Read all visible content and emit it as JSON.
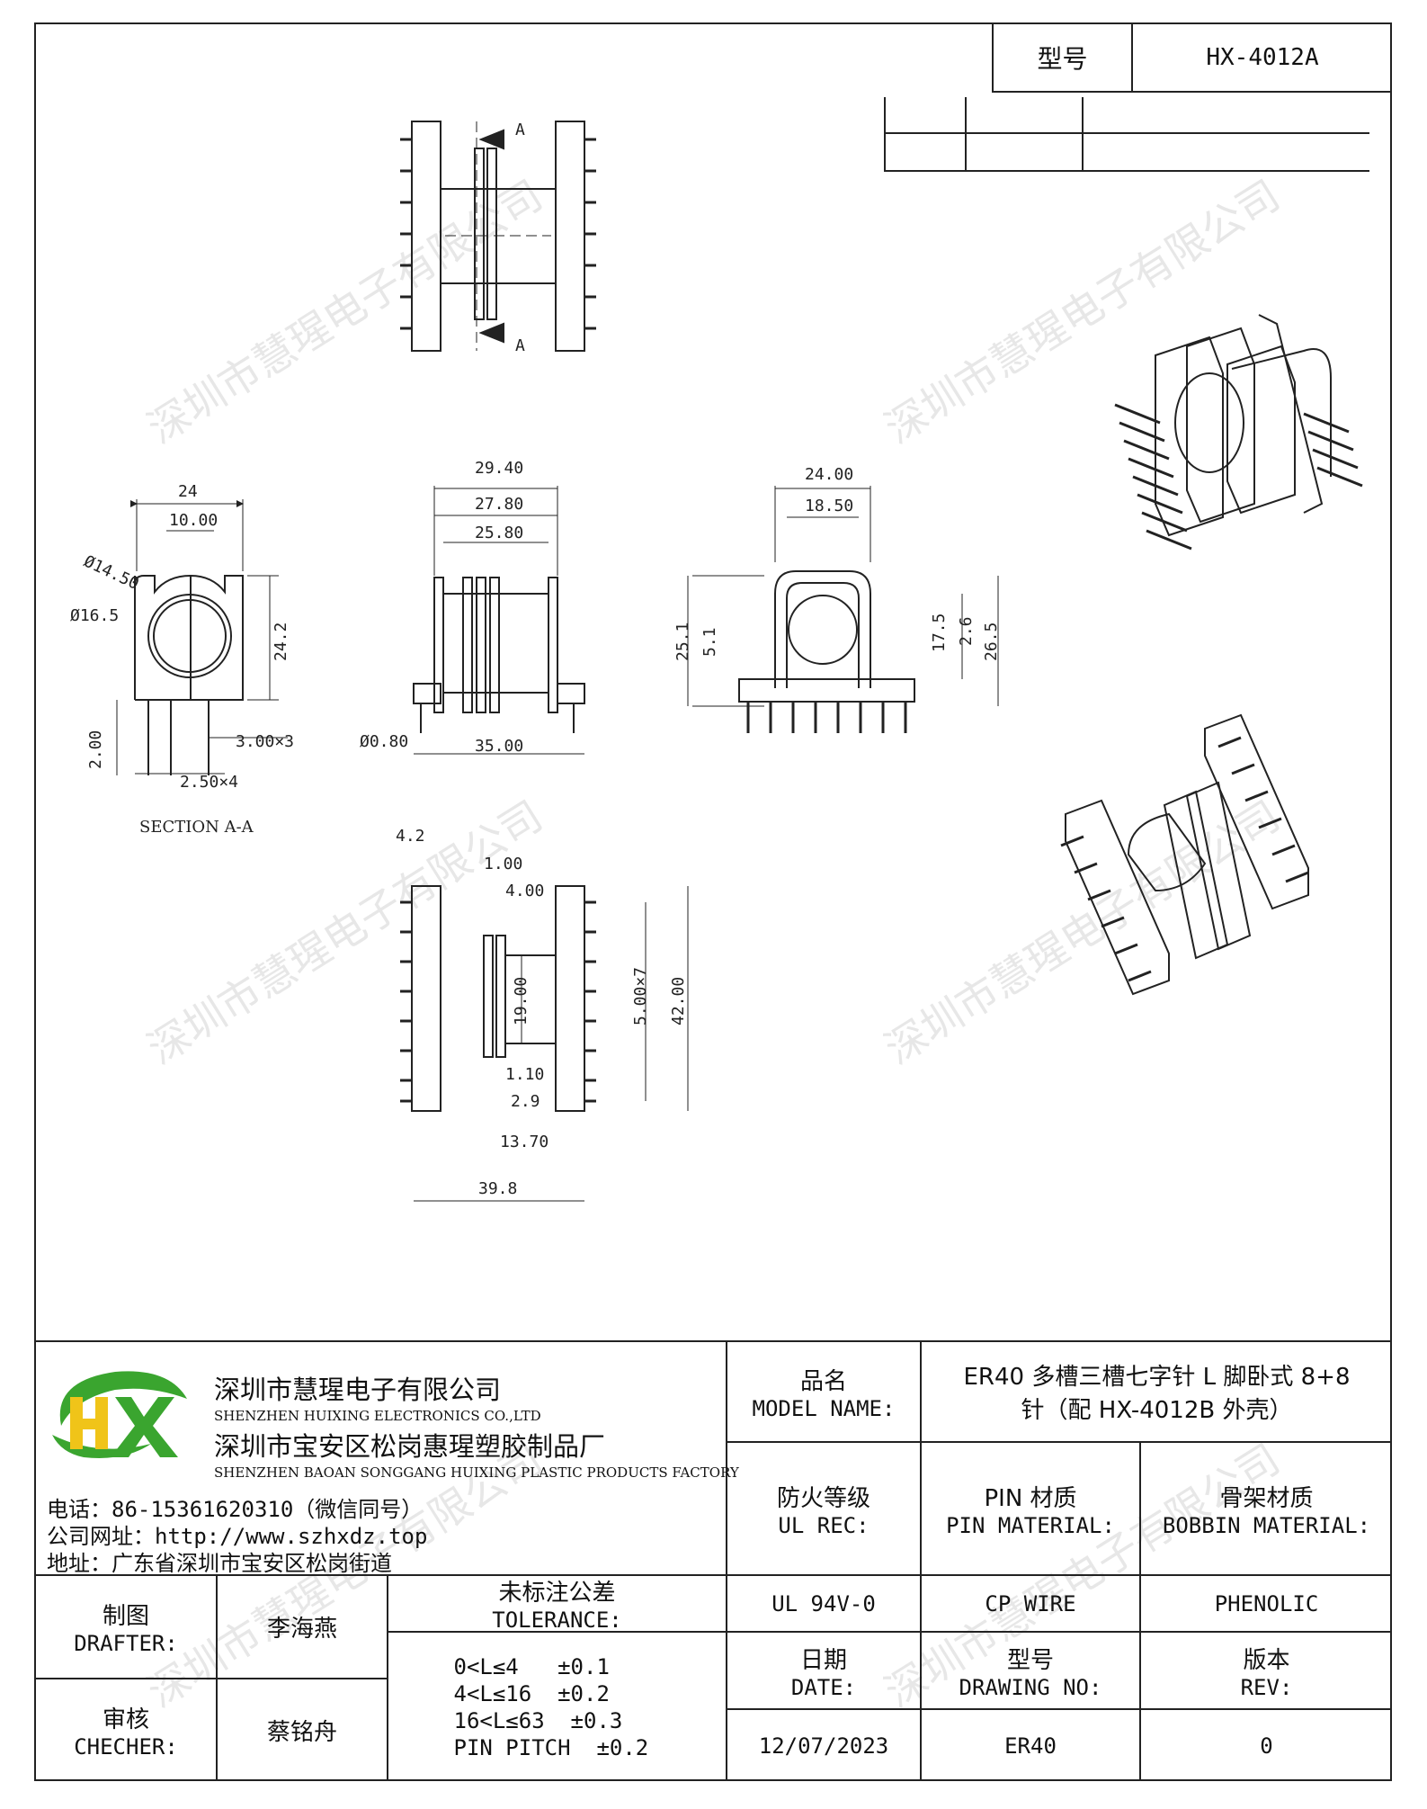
{
  "header": {
    "model_label": "型号",
    "model_value": "HX-4012A"
  },
  "watermark": "深圳市慧瑆电子有限公司",
  "drawing": {
    "section_label": "SECTION A-A",
    "section_marker": "A",
    "dims": {
      "d24": "24",
      "d10": "10.00",
      "d1450": "Ø14.50",
      "d165": "Ø16.5",
      "d242": "24.2",
      "d2": "2.00",
      "d3x3": "3.00×3",
      "d25x4": "2.50×4",
      "d2940": "29.40",
      "d2780": "27.80",
      "d2580": "25.80",
      "d080": "Ø0.80",
      "d3500": "35.00",
      "d2400": "24.00",
      "d1850": "18.50",
      "d251": "25.1",
      "d51": "5.1",
      "d175": "17.5",
      "d26": "2.6",
      "d265": "26.5",
      "d42a": "4.2",
      "d100": "1.00",
      "d400": "4.00",
      "d1900": "19.00",
      "d5x7": "5.00×7",
      "d4200": "42.00",
      "d110": "1.10",
      "d29": "2.9",
      "d1370": "13.70",
      "d398": "39.8"
    }
  },
  "company": {
    "name_cn": "深圳市慧瑆电子有限公司",
    "name_en": "SHENZHEN HUIXING ELECTRONICS CO.,LTD",
    "factory_cn": "深圳市宝安区松岗惠瑆塑胶制品厂",
    "factory_en": "SHENZHEN BAOAN SONGGANG HUIXING PLASTIC PRODUCTS FACTORY",
    "phone": "电话：86-15361620310（微信同号）",
    "website": "公司网址：http://www.szhxdz.top",
    "address": "地址：广东省深圳市宝安区松岗街道",
    "logo_text": "HX",
    "logo_colors": {
      "green": "#3aa52f",
      "yellow": "#f0c419"
    }
  },
  "title_block": {
    "model_name_cn": "品名",
    "model_name_en": "MODEL NAME:",
    "model_name_value_1": "ER40 多槽三槽七字针 L 脚卧式 8+8",
    "model_name_value_2": "针（配 HX-4012B 外壳）",
    "ul_cn": "防火等级",
    "ul_en": "UL REC:",
    "pin_cn": "PIN 材质",
    "pin_en": "PIN MATERIAL:",
    "bobbin_cn": "骨架材质",
    "bobbin_en": "BOBBIN MATERIAL:",
    "ul_value": "UL 94V-0",
    "pin_value": "CP WIRE",
    "bobbin_value": "PHENOLIC",
    "date_cn": "日期",
    "date_en": "DATE:",
    "drawing_no_cn": "型号",
    "drawing_no_en": "DRAWING NO:",
    "rev_cn": "版本",
    "rev_en": "REV:",
    "date_value": "12/07/2023",
    "drawing_no_value": "ER40",
    "rev_value": "0",
    "drafter_cn": "制图",
    "drafter_en": "DRAFTER:",
    "drafter_name": "李海燕",
    "checker_cn": "审核",
    "checker_en": "CHECHER:",
    "checker_name": "蔡铭舟",
    "tolerance_cn": "未标注公差",
    "tolerance_en": "TOLERANCE:",
    "tolerance_1": "0<L≤4   ±0.1",
    "tolerance_2": "4<L≤16  ±0.2",
    "tolerance_3": "16<L≤63  ±0.3",
    "tolerance_4": "PIN PITCH  ±0.2"
  }
}
